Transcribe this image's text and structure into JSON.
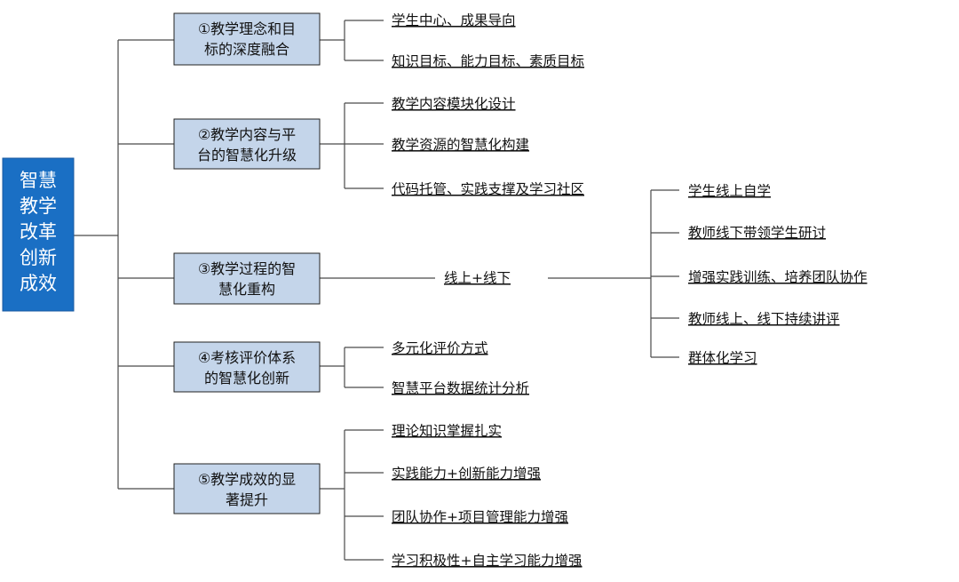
{
  "colors": {
    "root_fill": "#1a6fc4",
    "box_fill": "#c4d5ea",
    "box_stroke": "#222222",
    "line": "#4a4a4a"
  },
  "root": {
    "lines": [
      "智慧",
      "教学",
      "改革",
      "创新",
      "成效"
    ]
  },
  "categories": [
    {
      "lines": [
        "①教学理念和目",
        "标的深度融合"
      ],
      "items": [
        "学生中心、成果导向",
        "知识目标、能力目标、素质目标"
      ]
    },
    {
      "lines": [
        "②教学内容与平",
        "台的智慧化升级"
      ],
      "items": [
        "教学内容模块化设计",
        "教学资源的智慧化构建",
        "代码托管、实践支撑及学习社区"
      ]
    },
    {
      "lines": [
        "③教学过程的智",
        "慧化重构"
      ],
      "items": [
        "线上+线下"
      ],
      "sub_items": [
        "学生线上自学",
        "教师线下带领学生研讨",
        "增强实践训练、培养团队协作",
        "教师线上、线下持续讲评",
        "群体化学习"
      ]
    },
    {
      "lines": [
        "④考核评价体系",
        "的智慧化创新"
      ],
      "items": [
        "多元化评价方式",
        "智慧平台数据统计分析"
      ]
    },
    {
      "lines": [
        "⑤教学成效的显",
        "著提升"
      ],
      "items": [
        "理论知识掌握扎实",
        "实践能力+创新能力增强",
        "团队协作+项目管理能力增强",
        "学习积极性+自主学习能力增强"
      ]
    }
  ]
}
